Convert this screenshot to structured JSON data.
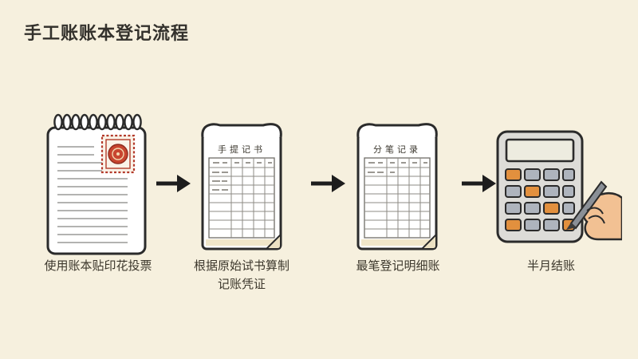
{
  "page": {
    "title": "手工账账本登记流程"
  },
  "steps": [
    {
      "name": "stamp-notebook",
      "caption": "使用账本贴印花投票"
    },
    {
      "name": "voucher-ledger",
      "caption": "根据原始试书算制记账凭证",
      "header": "手提记书"
    },
    {
      "name": "detail-ledger",
      "caption": "最笔登记明细账",
      "header": "分笔记录"
    },
    {
      "name": "calculator",
      "caption": "半月结账"
    }
  ],
  "colors": {
    "background": "#f6f0de",
    "ink": "#2b2b2b",
    "stamp_red": "#c0452f",
    "button_orange": "#e2903e",
    "button_gray": "#aeb4bd",
    "skin": "#f2c193"
  }
}
